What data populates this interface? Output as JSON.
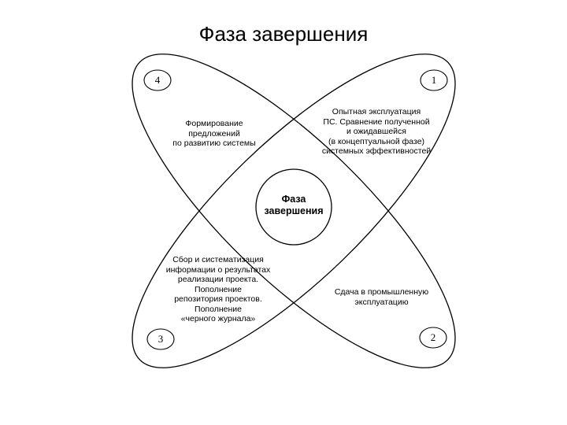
{
  "title": "Фаза завершения",
  "center": {
    "label": "Фаза\nзавершения"
  },
  "quadrants": [
    {
      "number": "1",
      "text": "Опытная эксплуатация\nПС. Сравнение полученной\nи ожидавшейся\n(в концептуальной фазе)\nсистемных эффективностей"
    },
    {
      "number": "2",
      "text": "Сдача в промышленную\nэксплуатацию"
    },
    {
      "number": "3",
      "text": "Сбор и систематизация\nинформации о результатах\nреализации проекта.\nПополнение\nрепозитория проектов.\nПополнение\n«черного журнала»"
    },
    {
      "number": "4",
      "text": "Формирование\nпредложений\nпо развитию системы"
    }
  ]
}
